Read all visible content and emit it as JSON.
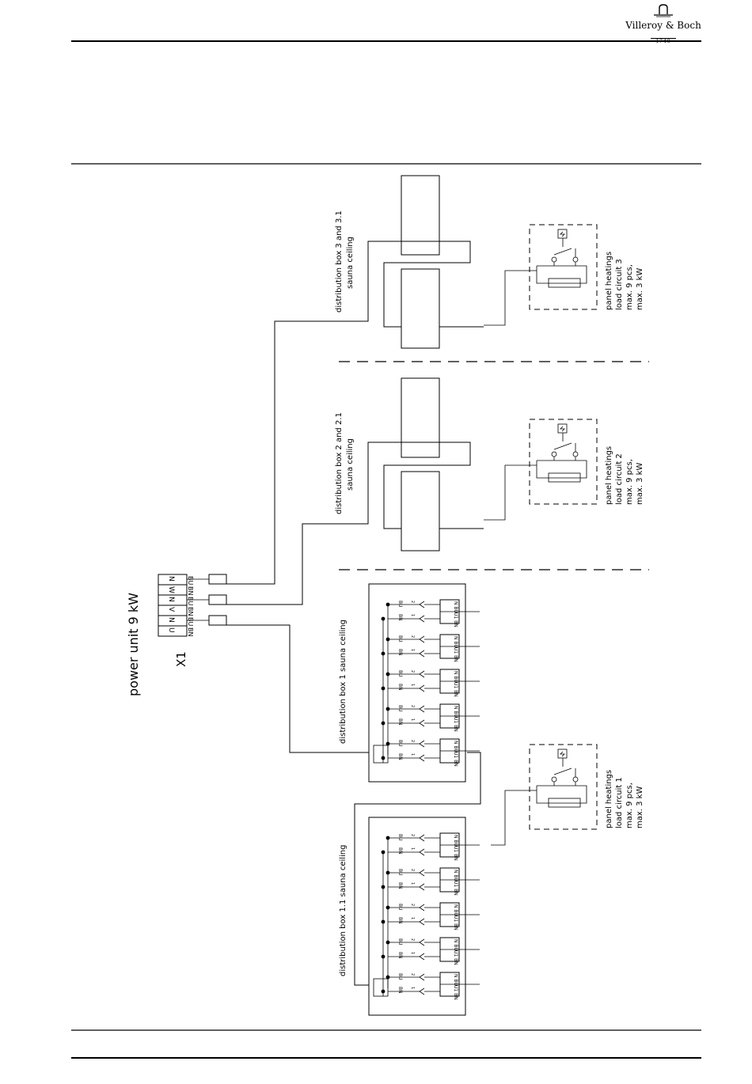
{
  "header": {
    "brand": "Villeroy & Boch",
    "year": "1748",
    "logo_icon": "fountain-mark-icon"
  },
  "power_unit": {
    "title": "power unit 9 kW",
    "terminal_block": "X1",
    "terminals": [
      "N",
      "W",
      "N",
      "V",
      "N",
      "U"
    ],
    "wire_colors": [
      "BU",
      "BN",
      "BU",
      "BN",
      "BU",
      "BN"
    ]
  },
  "distribution_boxes": {
    "box3": [
      "distribution box 3 and 3.1",
      "sauna ceiling"
    ],
    "box2": [
      "distribution box 2 and 2.1",
      "sauna ceiling"
    ],
    "box1": "distribution box 1 sauna ceiling",
    "box11": "distribution box 1.1 sauna ceiling"
  },
  "terminal_labels": {
    "left_top": "BN",
    "left_bottom": "BU",
    "right_top": "U1 BN",
    "right_bottom": "N BU",
    "plug_top": "1",
    "plug_bottom": "2"
  },
  "panel_heatings": [
    {
      "lines": [
        "panel heatings",
        "load circuit 3",
        "max. 9 pcs,",
        "max. 3 kW"
      ]
    },
    {
      "lines": [
        "panel heatings",
        "load circuit 2",
        "max. 9 pcs,",
        "max. 3 kW"
      ]
    },
    {
      "lines": [
        "panel heatings",
        "load circuit 1",
        "max. 9 pcs,",
        "max. 3 kW"
      ]
    }
  ]
}
